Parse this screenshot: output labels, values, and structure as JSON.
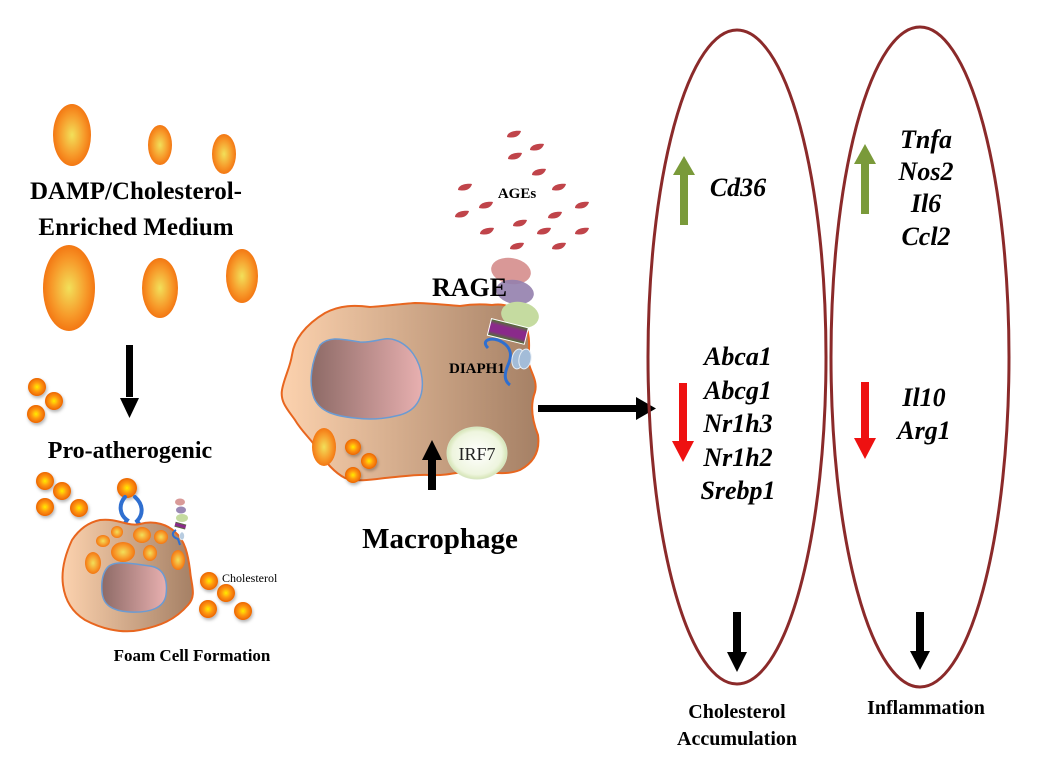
{
  "title": "RAGE/DIAPH1 signaling in macrophages drives cholesterol accumulation and inflammation",
  "left_panel": {
    "medium_label_line1": "DAMP/Cholesterol-",
    "medium_label_line2": "Enriched Medium",
    "pro_label": "Pro-atherogenic",
    "cholesterol_label": "Cholesterol",
    "foam_cell_label": "Foam Cell Formation"
  },
  "center_panel": {
    "ages_label": "AGEs",
    "rage_label": "RAGE",
    "diaph1_label": "DIAPH1",
    "irf7_label": "IRF7",
    "macrophage_label": "Macrophage"
  },
  "cholesterol_oval": {
    "upregulated": [
      "Cd36"
    ],
    "downregulated": [
      "Abca1",
      "Abcg1",
      "Nr1h3",
      "Nr1h2",
      "Srebp1"
    ],
    "outcome_line1": "Cholesterol",
    "outcome_line2": "Accumulation"
  },
  "inflammation_oval": {
    "upregulated": [
      "Tnfa",
      "Nos2",
      "Il6",
      "Ccl2"
    ],
    "downregulated": [
      "Il10",
      "Arg1"
    ],
    "outcome": "Inflammation"
  },
  "colors": {
    "oval_stroke": "#8b2a2a",
    "up_arrow": "#7a9a3a",
    "down_arrow": "#ee1111",
    "cell_fill_light": "#f8cba6",
    "cell_fill_dark": "#a78266",
    "cell_stroke": "#e8661f",
    "ages": "#c0444a"
  }
}
